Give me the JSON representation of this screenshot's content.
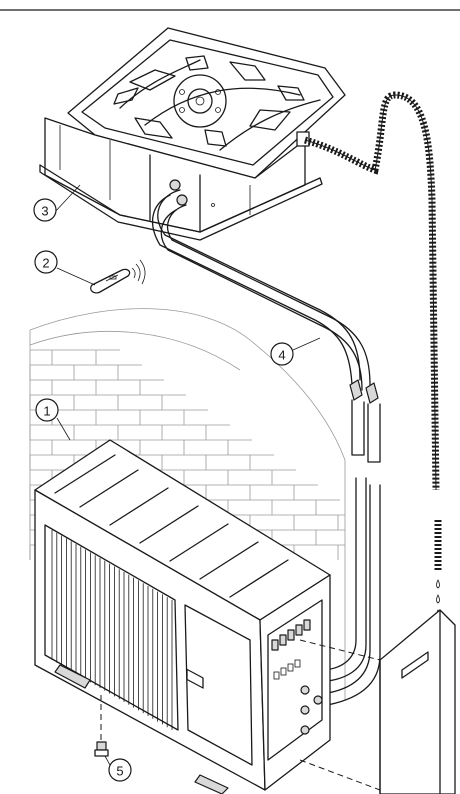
{
  "callouts": [
    {
      "id": "1",
      "label": "1"
    },
    {
      "id": "2",
      "label": "2"
    },
    {
      "id": "3",
      "label": "3"
    },
    {
      "id": "4",
      "label": "4"
    },
    {
      "id": "5",
      "label": "5"
    }
  ],
  "colors": {
    "line": "#1a1a1a",
    "fill_grey": "#d9d9d9",
    "wall": "#9a9a9a",
    "background": "#ffffff"
  },
  "icons": [
    "cassette-indoor-unit",
    "remote-control",
    "outdoor-unit",
    "refrigerant-pipes",
    "drain-hose",
    "drain-elbow",
    "accessory-bag"
  ]
}
